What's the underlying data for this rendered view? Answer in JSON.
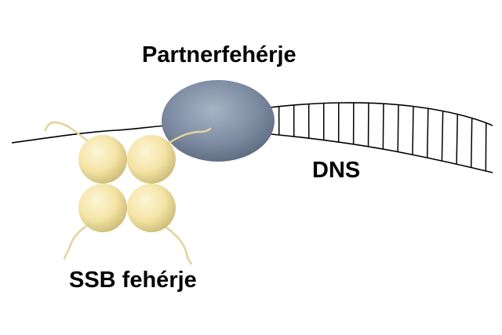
{
  "labels": {
    "partner_protein": "Partnerfehérje",
    "dna": "DNS",
    "ssb_protein": "SSB fehérje"
  },
  "colors": {
    "ssb_sphere": "#f4e4a6",
    "ssb_sphere_shadow": "#c9b873",
    "partner_protein": "#7b8aa0",
    "partner_protein_shadow": "#4f5d71",
    "ssb_tail": "#e2d39a",
    "dna_strand": "#000000"
  }
}
